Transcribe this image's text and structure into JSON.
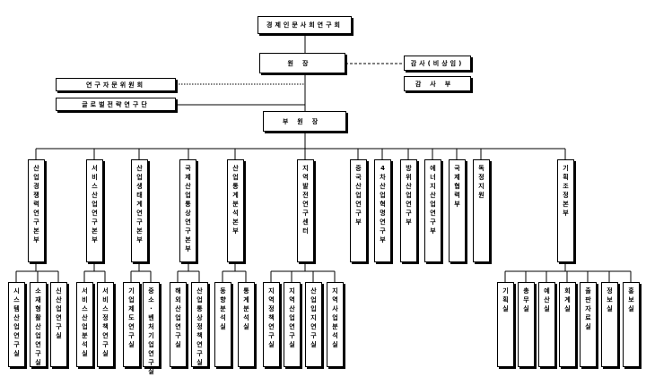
{
  "top": {
    "council": "경제인문사회연구회",
    "president": "원장",
    "auditor_nonstanding": "감사(비상임)",
    "audit_office": "감사부",
    "advisory_committee": "연구자문위원회",
    "global_strategy_group": "글로벌전략연구단",
    "vice_president": "부원장"
  },
  "divisions": [
    "산업경쟁력연구본부",
    "서비스산업연구본부",
    "산업생태계연구본부",
    "국제산업통상연구본부",
    "산업통계분석본부",
    "지역발전연구센터",
    "중국산업연구부",
    "4차산업혁명연구부",
    "방위산업연구부",
    "에너지산업연구부",
    "국제협력부",
    "독정지원",
    "기획조정본부"
  ],
  "offices": {
    "industry_competitiveness": [
      "시스템산업연구실",
      "소재형활산업연구실",
      "신산업연구실"
    ],
    "service_industry": [
      "서비스산업분석실",
      "서비스정책연구실"
    ],
    "industry_ecosystem": [
      "기업제도연구실",
      "중소·벤처기업연구실"
    ],
    "international_trade": [
      "해외산업연구실",
      "산업통상정책연구실"
    ],
    "statistics": [
      "동향분석실",
      "통계분석실"
    ],
    "regional": [
      "지역정책연구실",
      "지역산업연구실",
      "산업입지연구실",
      "지역사업분석실"
    ],
    "planning": [
      "기획실",
      "총무실",
      "예산실",
      "회계실",
      "출판자료실",
      "정보실",
      "홍보실"
    ]
  }
}
